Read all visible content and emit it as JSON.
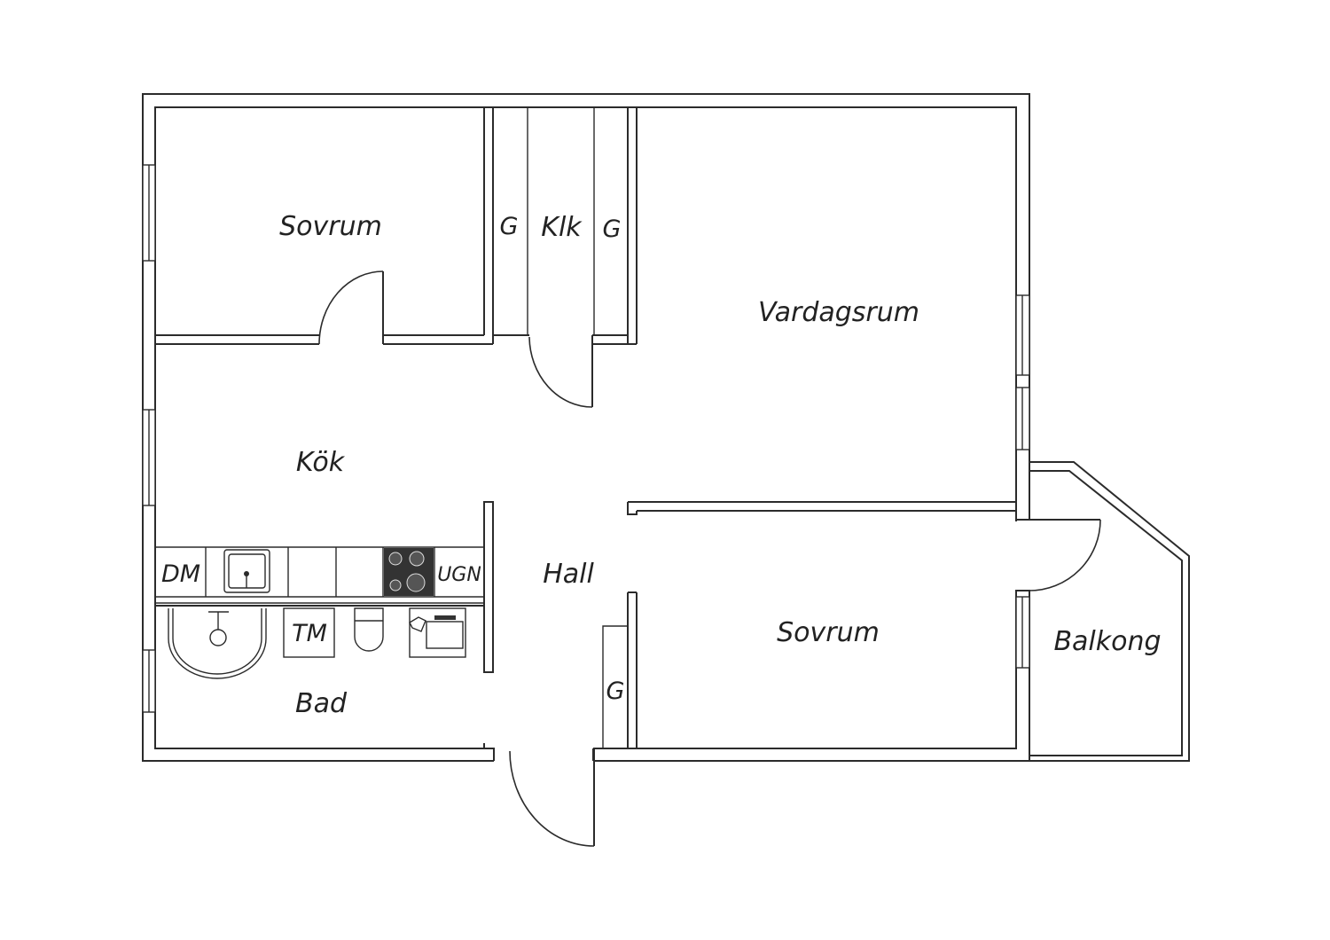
{
  "plan": {
    "rooms": {
      "sovrum_top": "Sovrum",
      "klk": "Klk",
      "g_left": "G",
      "g_right": "G",
      "vardagsrum": "Vardagsrum",
      "kok": "Kök",
      "hall": "Hall",
      "sovrum_bottom": "Sovrum",
      "balkong": "Balkong",
      "bad": "Bad",
      "g_hall": "G"
    },
    "fixtures": {
      "dm": "DM",
      "ugn": "UGN",
      "tm": "TM"
    }
  }
}
